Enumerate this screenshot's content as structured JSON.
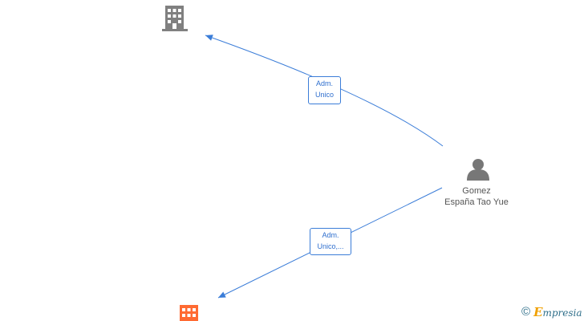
{
  "colors": {
    "edge": "#3b7dd8",
    "company_primary": "#808080",
    "company_secondary": "#ff6a32",
    "person": "#777777",
    "brand_text": "#2f6f8a",
    "brand_accent": "#f0a000"
  },
  "icons": {
    "company_primary": "building-icon",
    "company_secondary": "building-icon",
    "person": "person-icon"
  },
  "person": {
    "name_line1": "Gomez",
    "name_line2": "España Tao Yue"
  },
  "edges": [
    {
      "line1": "Adm.",
      "line2": "Unico"
    },
    {
      "line1": "Adm.",
      "line2": "Unico,..."
    }
  ],
  "brand": {
    "copyright": "©",
    "initial": "E",
    "rest": "mpresia"
  }
}
